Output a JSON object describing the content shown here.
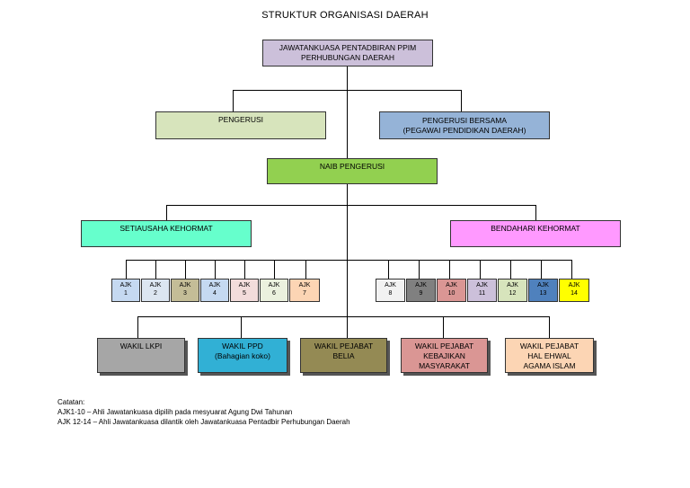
{
  "title": "STRUKTUR ORGANISASI DAERAH",
  "top": {
    "line1": "JAWATANKUASA PENTADBIRAN PPIM",
    "line2": "PERHUBUNGAN DAERAH",
    "color": "#ccc0da"
  },
  "pengerusi": {
    "label": "PENGERUSI",
    "color": "#d7e4bc"
  },
  "pengerusi_bersama": {
    "line1": "PENGERUSI BERSAMA",
    "line2": "(PEGAWAI PENDIDIKAN DAERAH)",
    "color": "#95b3d7"
  },
  "naib": {
    "label": "NAIB PENGERUSI",
    "color": "#92d050"
  },
  "setiausaha": {
    "label": "SETIAUSAHA KEHORMAT",
    "color": "#66ffcc"
  },
  "bendahari": {
    "label": "BENDAHARI KEHORMAT",
    "color": "#ff99ff"
  },
  "ajk": [
    {
      "label": "AJK",
      "num": "1",
      "color": "#c5d9f1"
    },
    {
      "label": "AJK",
      "num": "2",
      "color": "#dce6f1"
    },
    {
      "label": "AJK",
      "num": "3",
      "color": "#c4bd97"
    },
    {
      "label": "AJK",
      "num": "4",
      "color": "#c5d9f1"
    },
    {
      "label": "AJK",
      "num": "5",
      "color": "#f2dcdb"
    },
    {
      "label": "AJK",
      "num": "6",
      "color": "#ebf1de"
    },
    {
      "label": "AJK",
      "num": "7",
      "color": "#fcd5b4"
    },
    {
      "label": "AJK",
      "num": "8",
      "color": "#f2f2f2"
    },
    {
      "label": "AJK",
      "num": "9",
      "color": "#808080"
    },
    {
      "label": "AJK",
      "num": "10",
      "color": "#da9694"
    },
    {
      "label": "AJK",
      "num": "11",
      "color": "#ccc0da"
    },
    {
      "label": "AJK",
      "num": "12",
      "color": "#d7e4bc"
    },
    {
      "label": "AJK",
      "num": "13",
      "color": "#4f81bd"
    },
    {
      "label": "AJK",
      "num": "14",
      "color": "#ffff00"
    }
  ],
  "wakil": [
    {
      "line1": "WAKIL LKPI",
      "line2": "",
      "line3": "",
      "color": "#a6a6a6"
    },
    {
      "line1": "WAKIL PPD",
      "line2": "(Bahagian koko)",
      "line3": "",
      "color": "#31b0d5"
    },
    {
      "line1": "WAKIL PEJABAT",
      "line2": "BELIA",
      "line3": "",
      "color": "#948a54"
    },
    {
      "line1": "WAKIL PEJABAT",
      "line2": "KEBAJIKAN",
      "line3": "MASYARAKAT",
      "color": "#da9694"
    },
    {
      "line1": "WAKIL PEJABAT",
      "line2": "HAL EHWAL",
      "line3": "AGAMA ISLAM",
      "color": "#fcd5b4"
    }
  ],
  "notes": {
    "heading": "Catatan:",
    "line1": "AJK1-10 – Ahli Jawatankuasa dipilih pada mesyuarat Agung Dwi Tahunan",
    "line2": "AJK 12-14 – Ahli Jawatankuasa dilantik oleh Jawatankuasa Pentadbir Perhubungan Daerah"
  }
}
